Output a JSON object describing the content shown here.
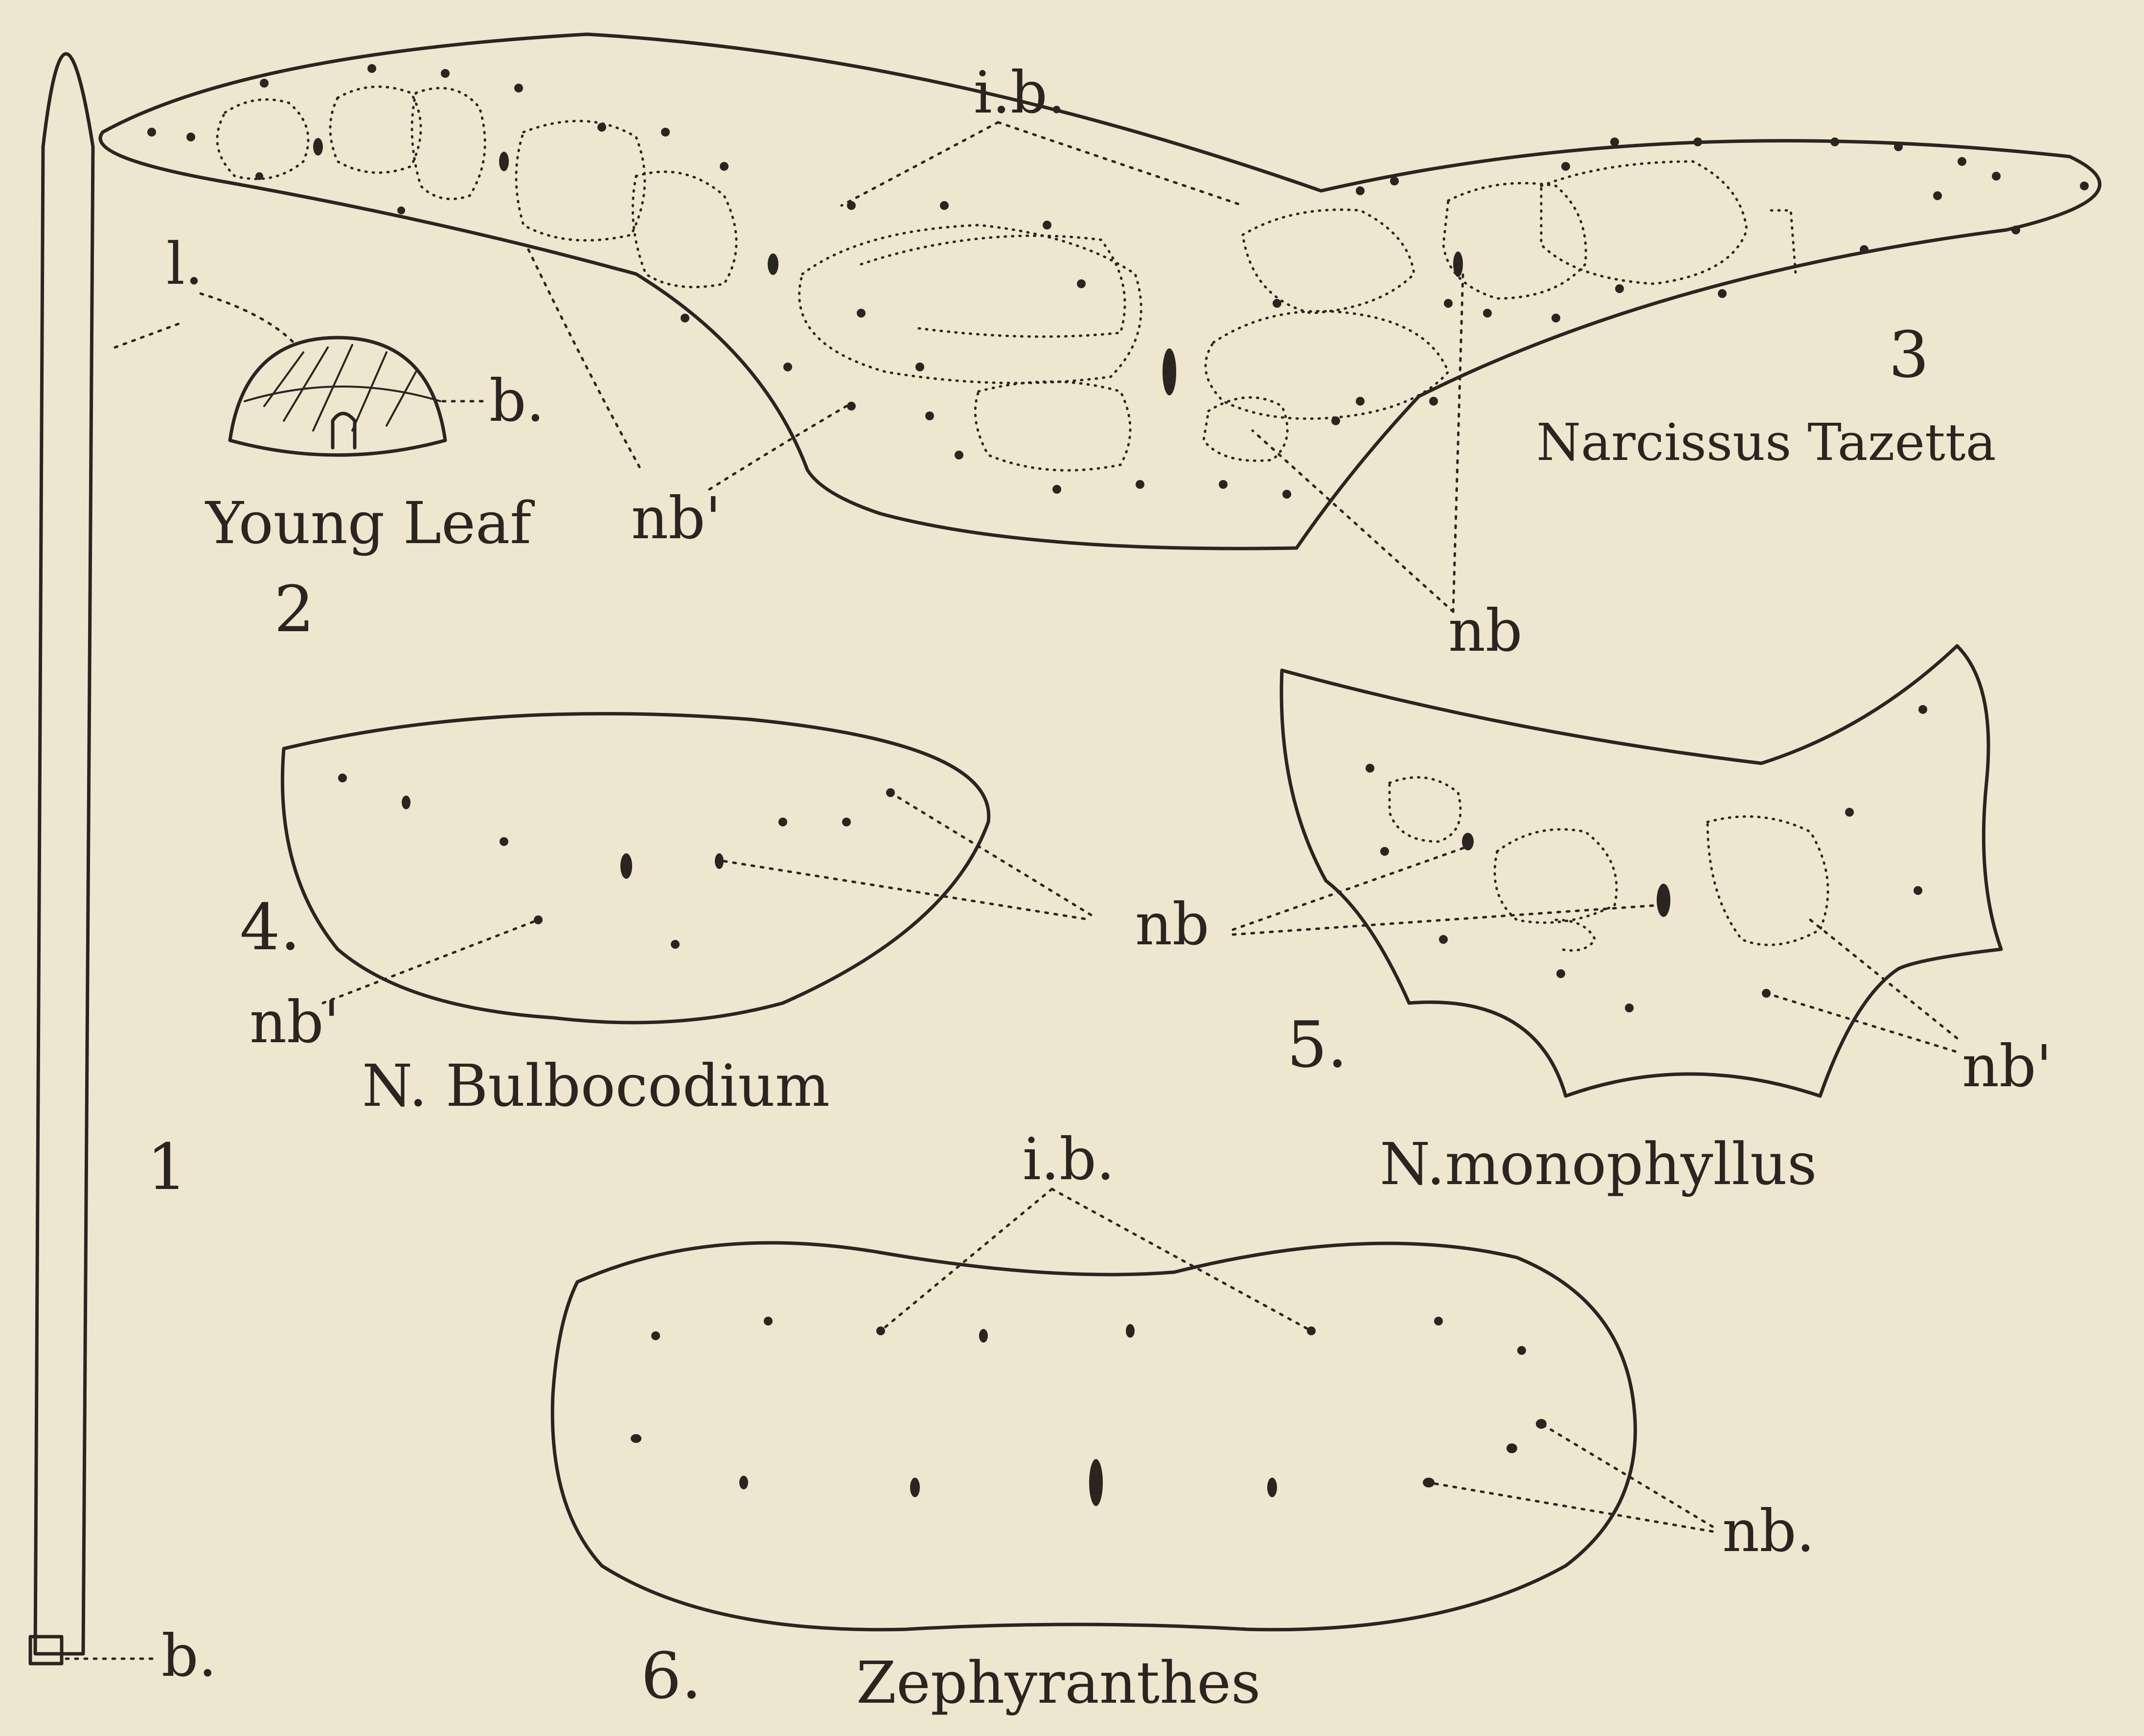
{
  "figures": {
    "fig1": {
      "number": "1",
      "label_l": "l.",
      "label_b": "b."
    },
    "fig2": {
      "number": "2",
      "caption": "Young Leaf",
      "label_l": "l.",
      "label_b": "b."
    },
    "fig3": {
      "number": "3",
      "caption": "Narcissus Tazetta",
      "label_ib": "i.b.",
      "label_nb": "nb",
      "label_nb_prime": "nb'"
    },
    "fig4": {
      "number": "4.",
      "caption": "N. Bulbocodium",
      "label_nb_prime": "nb'"
    },
    "fig5": {
      "number": "5.",
      "caption": "N.monophyllus",
      "label_nb_prime": "nb'"
    },
    "shared": {
      "label_nb": "nb"
    },
    "fig6": {
      "number": "6.",
      "caption": "Zephyranthes",
      "label_ib": "i.b.",
      "label_nb": "nb."
    }
  },
  "colors": {
    "paper": "#efe6cf",
    "ink": "#2a2520"
  }
}
